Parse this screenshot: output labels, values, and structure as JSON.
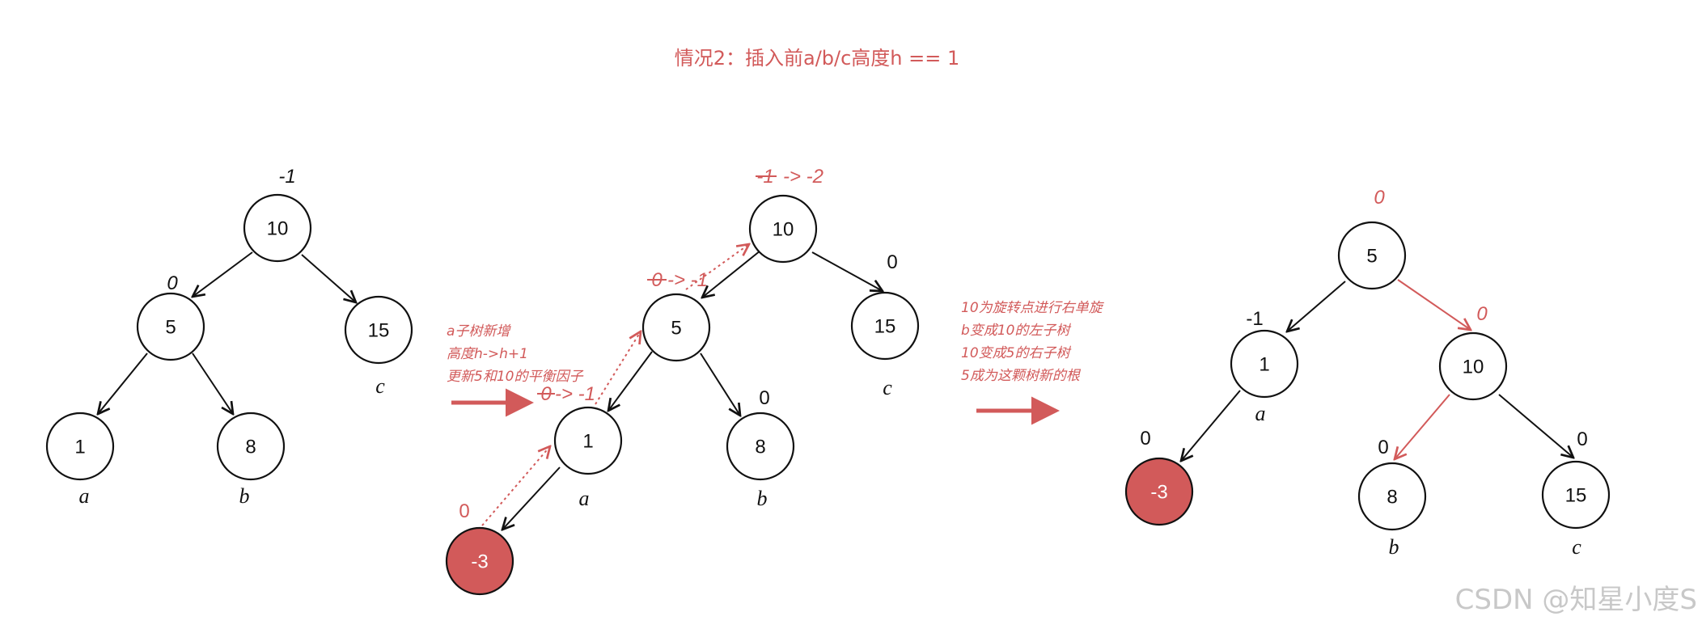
{
  "title": "情况2：插入前a/b/c高度h == 1",
  "watermark": "CSDN @知星小度S",
  "trees": [
    {
      "nodes": [
        {
          "id": "n10",
          "label": "10",
          "bf": "-1",
          "bf_italic": true
        },
        {
          "id": "n5",
          "label": "5",
          "bf": "0",
          "bf_italic": true
        },
        {
          "id": "n15",
          "label": "15",
          "sub": "c"
        },
        {
          "id": "n1",
          "label": "1",
          "sub": "a"
        },
        {
          "id": "n8",
          "label": "8",
          "sub": "b"
        }
      ]
    },
    {
      "note": [
        "a子树新增",
        "高度h->h+1",
        "更新5和10的平衡因子"
      ],
      "nodes": [
        {
          "id": "n10",
          "label": "10",
          "bf_old": "-1",
          "bf_new": "-> -2"
        },
        {
          "id": "n5",
          "label": "5",
          "bf_old": "0",
          "bf_new": "-> -1"
        },
        {
          "id": "n15",
          "label": "15",
          "bf": "0",
          "sub": "c"
        },
        {
          "id": "n1",
          "label": "1",
          "bf_old": "0",
          "bf_new": "-> -1",
          "sub": "a"
        },
        {
          "id": "n8",
          "label": "8",
          "bf": "0",
          "sub": "b"
        },
        {
          "id": "nm3",
          "label": "-3",
          "bf": "0",
          "highlight": true
        }
      ]
    },
    {
      "note": [
        "10为旋转点进行右单旋",
        "b变成10的左子树",
        "10变成5的右子树",
        "5成为这颗树新的根"
      ],
      "nodes": [
        {
          "id": "n5",
          "label": "5",
          "bf": "0"
        },
        {
          "id": "n1",
          "label": "1",
          "bf": "-1",
          "sub": "a"
        },
        {
          "id": "n10",
          "label": "10",
          "bf": "0"
        },
        {
          "id": "nm3",
          "label": "-3",
          "bf": "0",
          "highlight": true
        },
        {
          "id": "n8",
          "label": "8",
          "bf": "0",
          "sub": "b"
        },
        {
          "id": "n15",
          "label": "15",
          "bf": "0",
          "sub": "c"
        }
      ]
    }
  ],
  "colors": {
    "accent": "#d25a5a",
    "ink": "#111111",
    "watermark": "#c8c8c8"
  }
}
